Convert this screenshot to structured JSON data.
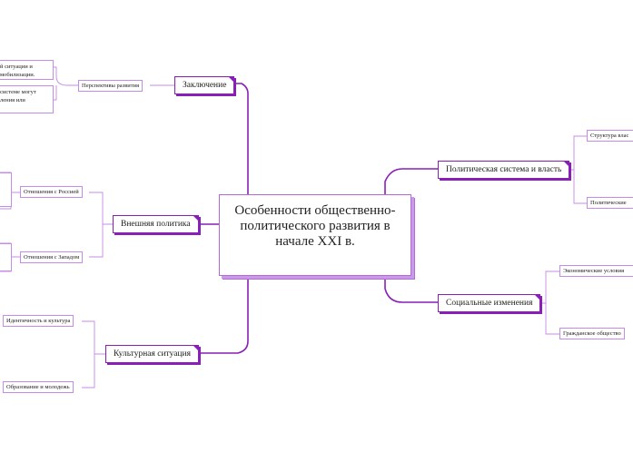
{
  "central": {
    "title": "Особенности общественно-политического развития в начале XXI в."
  },
  "branches": {
    "zakl": {
      "label": "Заключение",
      "sub": "Перспективы развития",
      "leaves": [
        "й ситуации и мобилизации.",
        "системе могут ления или"
      ]
    },
    "vnesh": {
      "label": "Внешняя политика",
      "subs": [
        "Отношения с Россией",
        "Отношения с Западом"
      ]
    },
    "kult": {
      "label": "Культурная ситуация",
      "subs": [
        "Идентичность и культура",
        "Образование и молодежь"
      ]
    },
    "polit": {
      "label": "Политическая система и власть",
      "subs": [
        "Структура влас",
        "Политические"
      ]
    },
    "soc": {
      "label": "Социальные изменения",
      "subs": [
        "Экономические условия",
        "Гражданское общество"
      ]
    }
  },
  "colors": {
    "main_line": "#8a1fb8",
    "sub_line": "#c58be8",
    "central_border": "#b46ad9"
  }
}
